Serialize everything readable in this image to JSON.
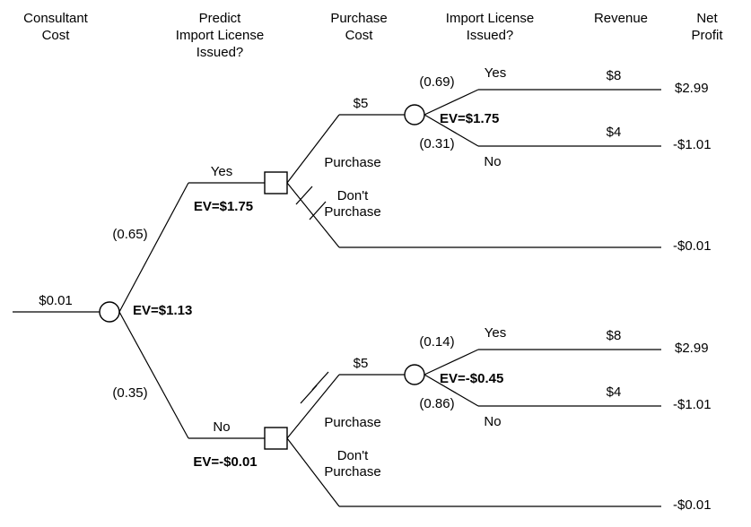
{
  "diagram": {
    "title": "Decision tree with expected values",
    "type": "decision-tree"
  },
  "columns": [
    {
      "id": "consultant-cost",
      "label": "Consultant\nCost"
    },
    {
      "id": "predict-import-license",
      "label": "Predict\nImport License\nIssued?"
    },
    {
      "id": "purchase-cost",
      "label": "Purchase\nCost"
    },
    {
      "id": "import-license-issued",
      "label": "Import License\nIssued?"
    },
    {
      "id": "revenue",
      "label": "Revenue"
    },
    {
      "id": "net-profit",
      "label": "Net\nProfit"
    }
  ],
  "root": {
    "cost_label": "$0.01",
    "ev_label": "EV=$1.13",
    "node_type": "chance"
  },
  "branches": {
    "predict_yes": {
      "label": "Yes",
      "probability": "(0.65)",
      "ev_label": "EV=$1.75",
      "node_type": "decision",
      "purchase": {
        "label": "Purchase",
        "cost_label": "$5",
        "pruned": false,
        "ev_label": "EV=$1.75",
        "node_type": "chance",
        "outcomes": [
          {
            "label": "Yes",
            "probability": "(0.69)",
            "revenue": "$8",
            "net_profit": "$2.99"
          },
          {
            "label": "No",
            "probability": "(0.31)",
            "revenue": "$4",
            "net_profit": "-$1.01"
          }
        ]
      },
      "dont_purchase": {
        "label": "Don't\nPurchase",
        "pruned": true,
        "net_profit": "-$0.01"
      }
    },
    "predict_no": {
      "label": "No",
      "probability": "(0.35)",
      "ev_label": "EV=-$0.01",
      "node_type": "decision",
      "purchase": {
        "label": "Purchase",
        "cost_label": "$5",
        "pruned": true,
        "ev_label": "EV=-$0.45",
        "node_type": "chance",
        "outcomes": [
          {
            "label": "Yes",
            "probability": "(0.14)",
            "revenue": "$8",
            "net_profit": "$2.99"
          },
          {
            "label": "No",
            "probability": "(0.86)",
            "revenue": "$4",
            "net_profit": "-$1.01"
          }
        ]
      },
      "dont_purchase": {
        "label": "Don't\nPurchase",
        "pruned": false,
        "net_profit": "-$0.01"
      }
    }
  },
  "colors": {
    "line": "#000000",
    "text": "#000000",
    "background": "#ffffff"
  }
}
